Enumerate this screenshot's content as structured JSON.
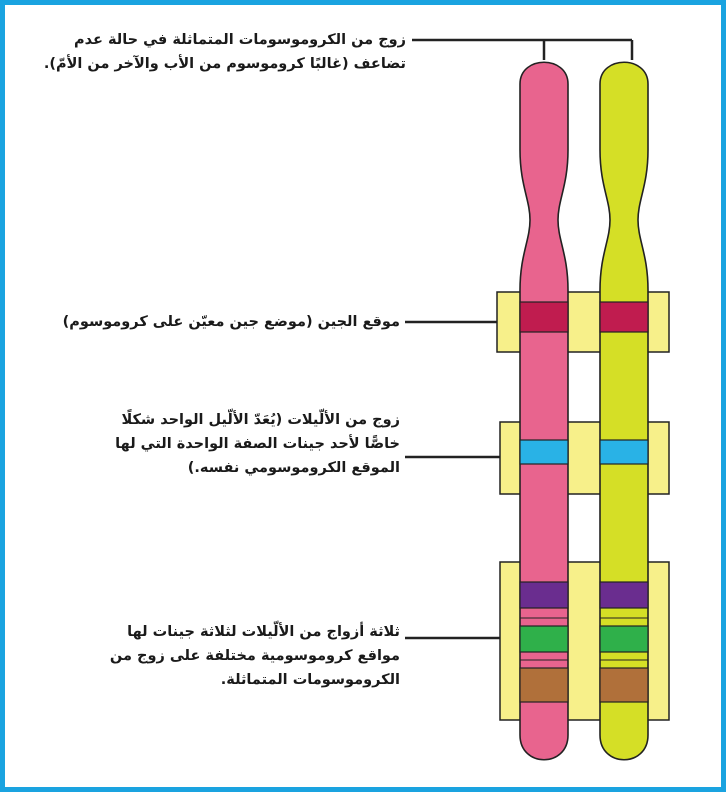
{
  "labels": {
    "homologous_pair": {
      "line1": "زوج من الكروموسومات المتماثلة في حالة عدم",
      "line2": "تضاعف (غالبًا كروموسوم من الأب والآخر من الأمّ)."
    },
    "gene_locus": {
      "line1": "موقع الجين (موضع جين معيّن على كروموسوم)"
    },
    "allele_pair": {
      "line1": "زوج من الألّيلات (يُعَدّ الألّيل الواحد شكلًا",
      "line2": "خاصًّا لأحد جينات الصفة الواحدة التي لها",
      "line3": "الموقع الكروموسومي نفسه.)"
    },
    "three_allele_pairs": {
      "line1": "ثلاثة أزواج من الألّيلات لثلاثة جينات لها",
      "line2": "مواقع كروموسومية مختلفة على زوج من",
      "line3": "الكروموسومات المتماثلة."
    }
  },
  "colors": {
    "frame": "#1aa3e0",
    "chromosome_left": "#e8648e",
    "chromosome_right": "#d5df26",
    "highlight_box": "#f7f08a",
    "band_gene_locus": "#c01c4f",
    "band_allele": "#29b2e6",
    "band_purple": "#6a2d8f",
    "band_green": "#2fb04a",
    "band_brown": "#b0703a"
  }
}
